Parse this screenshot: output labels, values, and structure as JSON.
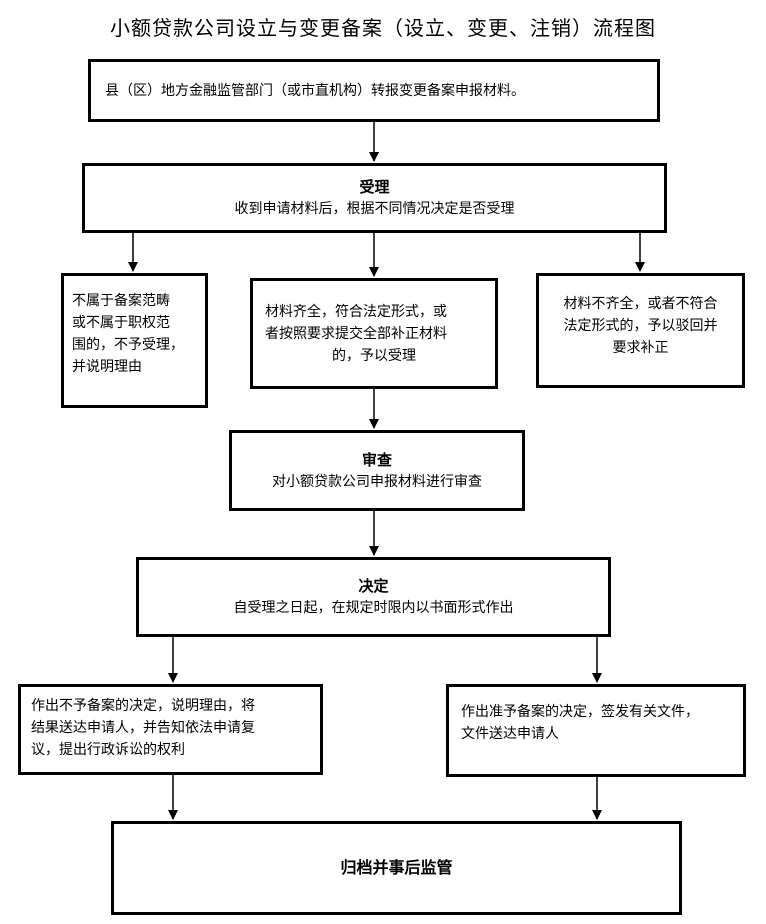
{
  "title": "小额贷款公司设立与变更备案（设立、变更、注销）流程图",
  "nodes": {
    "submit": {
      "text": "县（区）地方金融监管部门（或市直机构）转报变更备案申报材料。"
    },
    "accept": {
      "heading": "受理",
      "text": "收到申请材料后，根据不同情况决定是否受理"
    },
    "reject_scope": {
      "lines": [
        "不属于备案范畴",
        "或不属于职权范",
        "围的，不予受理，",
        "并说明理由"
      ]
    },
    "accept_ok": {
      "lines": [
        "材料齐全，符合法定形式，或",
        "者按照要求提交全部补正材料",
        "的，予以受理"
      ]
    },
    "return_fix": {
      "lines": [
        "材料不齐全，或者不符合",
        "法定形式的，予以驳回并",
        "要求补正"
      ]
    },
    "review": {
      "heading": "审查",
      "text": "对小额贷款公司申报材料进行审查"
    },
    "decision": {
      "heading": "决定",
      "text": "自受理之日起，在规定时限内以书面形式作出"
    },
    "deny": {
      "lines": [
        "作出不予备案的决定，说明理由，将",
        "结果送达申请人，并告知依法申请复",
        "议，提出行政诉讼的权利"
      ]
    },
    "approve": {
      "lines": [
        "作出准予备案的决定，签发有关文件，",
        "文件送达申请人"
      ]
    },
    "archive": {
      "text": "归档并事后监管"
    }
  }
}
